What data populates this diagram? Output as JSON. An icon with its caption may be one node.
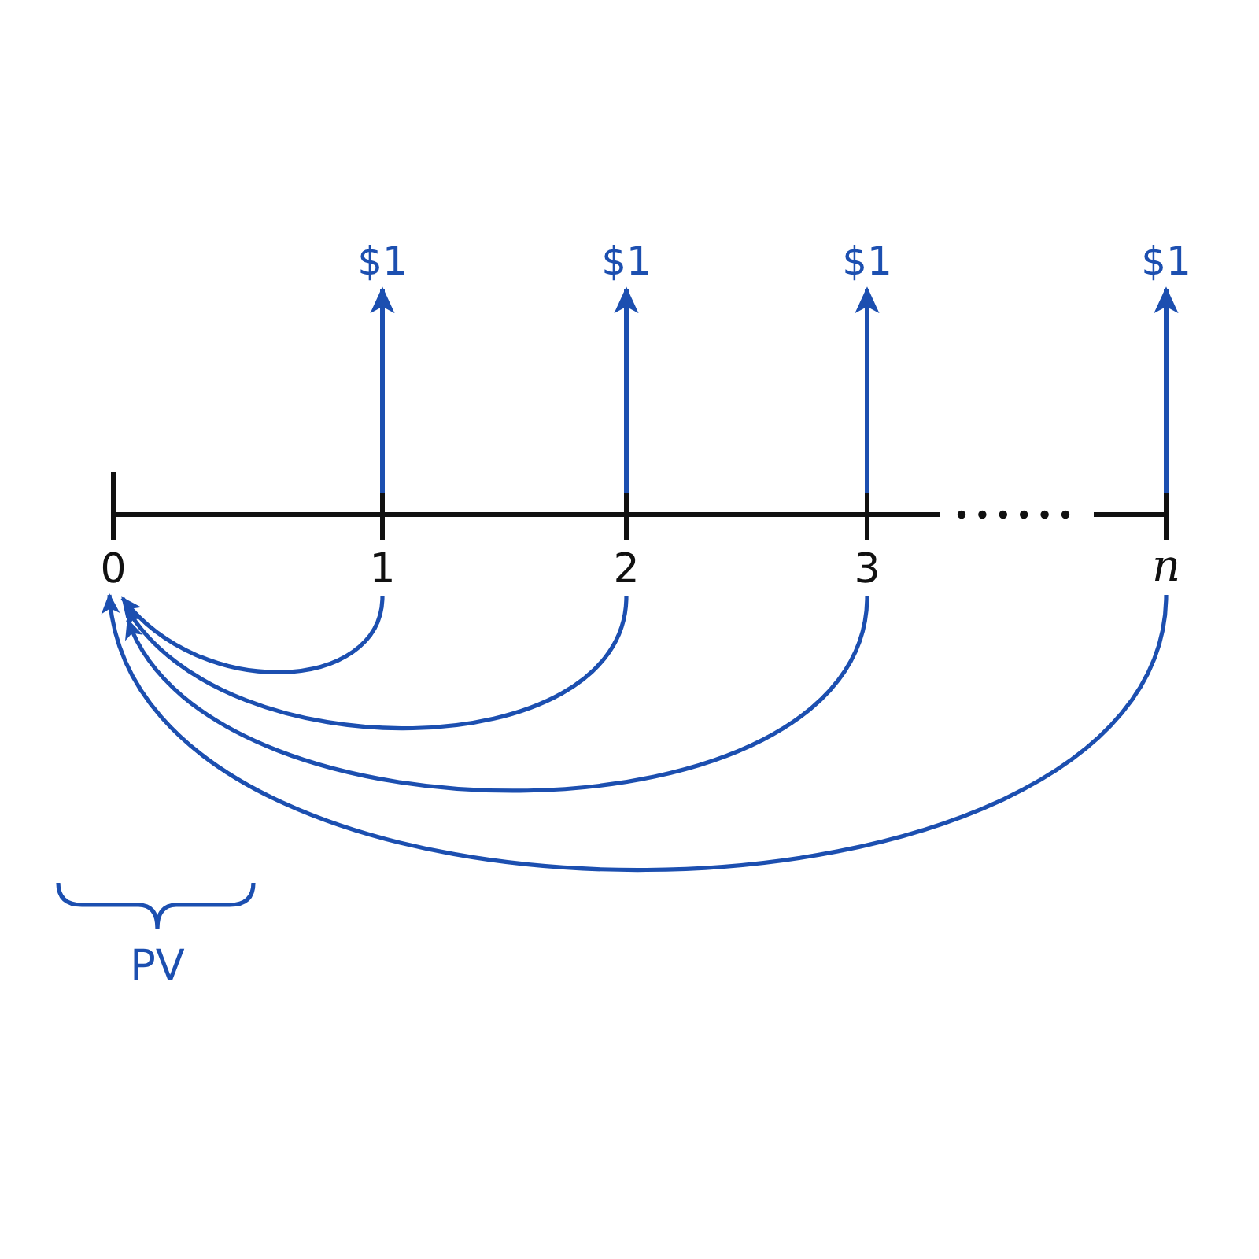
{
  "diagram": {
    "nodes": [
      {
        "text": [
          "$1"
        ]
      },
      {
        "text": [
          "$1"
        ]
      },
      {
        "text": [
          "$1"
        ]
      },
      {
        "text": [
          "$1"
        ]
      },
      {
        "text": [
          "0"
        ]
      },
      {
        "text": [
          "1"
        ]
      },
      {
        "text": [
          "2"
        ]
      },
      {
        "text": [
          "3"
        ]
      },
      {
        "text": [
          "n"
        ]
      }
    ],
    "edges": [
      {
        "from": 5,
        "to": 0,
        "arrow": "to"
      },
      {
        "from": 6,
        "to": 1,
        "arrow": "to"
      },
      {
        "from": 7,
        "to": 2,
        "arrow": "to"
      },
      {
        "from": 8,
        "to": 3,
        "arrow": "to"
      },
      {
        "from": 5,
        "to": 4,
        "arrow": "to"
      },
      {
        "from": 6,
        "to": 4,
        "arrow": "to"
      },
      {
        "from": 7,
        "to": 4,
        "arrow": "to"
      },
      {
        "from": 8,
        "to": 4,
        "arrow": "to"
      }
    ],
    "labels": [
      "PV"
    ]
  }
}
